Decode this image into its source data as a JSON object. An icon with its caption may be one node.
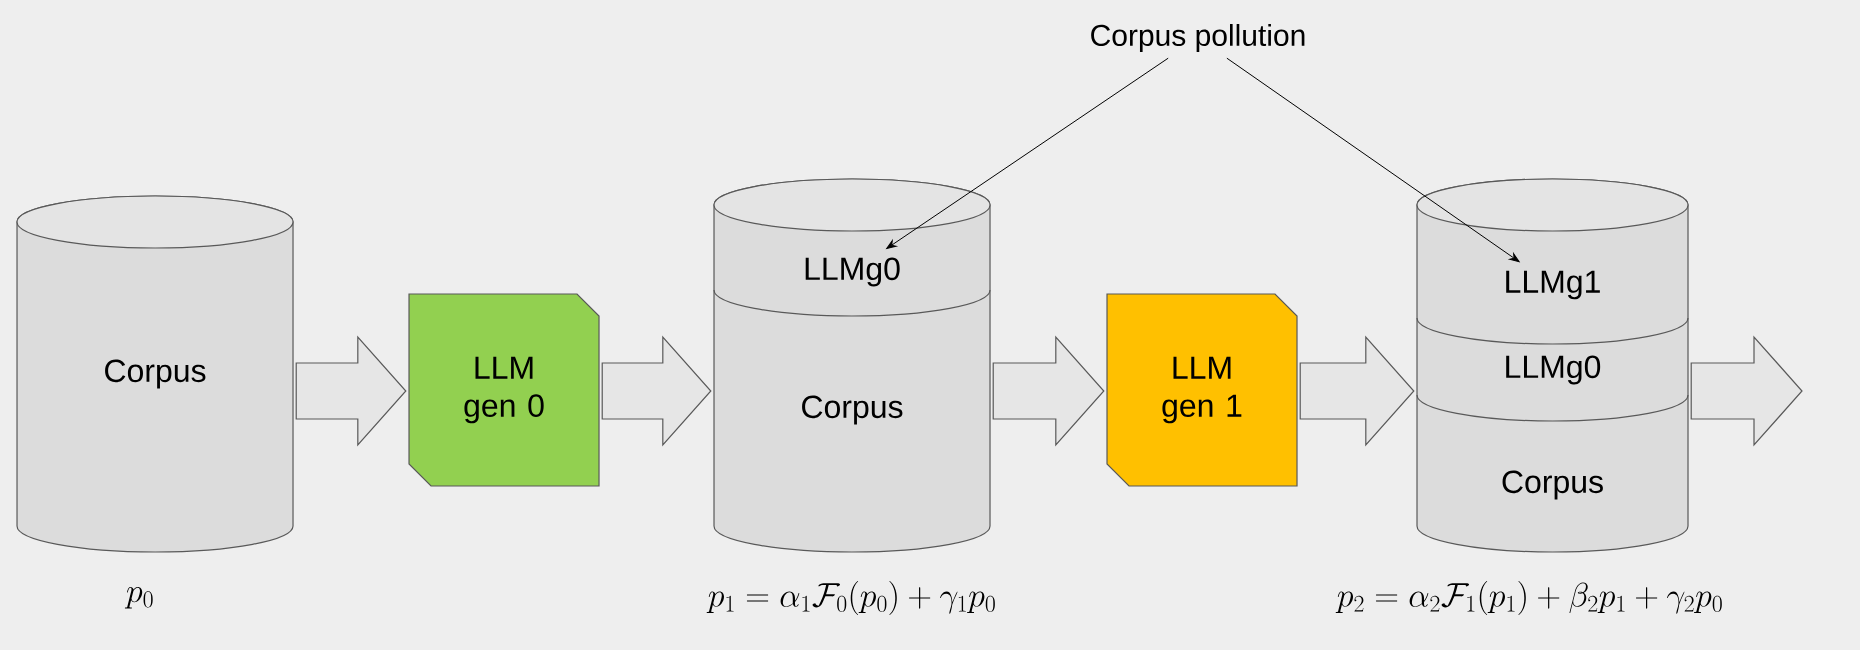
{
  "diagram": {
    "nodes": [
      {
        "text": [
          "Corpus"
        ],
        "beside": [
          "p_0"
        ]
      },
      {
        "text": [
          "LLM gen 0"
        ]
      },
      {
        "text": [],
        "shape": "cylinder",
        "beside": [
          "p_1 = \\alpha_1 \\mathcal{F}_0(p_0) + \\gamma_1 p_0"
        ]
      },
      {
        "text": [
          "LLMg0"
        ],
        "in": 2
      },
      {
        "text": [
          "Corpus"
        ],
        "in": 2
      },
      {
        "text": [
          "LLM gen 1"
        ]
      },
      {
        "text": [],
        "shape": "cylinder",
        "beside": [
          "p_2 = \\alpha_2 \\mathcal{F}_1(p_1) + \\beta_2 p_1 + \\gamma_2 p_0"
        ]
      },
      {
        "text": [
          "LLMg1"
        ],
        "in": 6
      },
      {
        "text": [
          "LLMg0"
        ],
        "in": 6
      },
      {
        "text": [
          "Corpus"
        ],
        "in": 6
      },
      {
        "text": [
          "Corpus pollution"
        ]
      }
    ],
    "edges": [
      {
        "from": 0,
        "to": 1,
        "arrow": "to",
        "style": "thick"
      },
      {
        "from": 1,
        "to": 2,
        "arrow": "to",
        "style": "thick"
      },
      {
        "from": 2,
        "to": 5,
        "arrow": "to",
        "style": "thick"
      },
      {
        "from": 5,
        "to": 6,
        "arrow": "to",
        "style": "thick"
      },
      {
        "from": 6,
        "to": null,
        "arrow": "to",
        "style": "thick"
      },
      {
        "from": 10,
        "to": 3,
        "arrow": "to"
      },
      {
        "from": 10,
        "to": 7,
        "arrow": "to"
      }
    ]
  }
}
